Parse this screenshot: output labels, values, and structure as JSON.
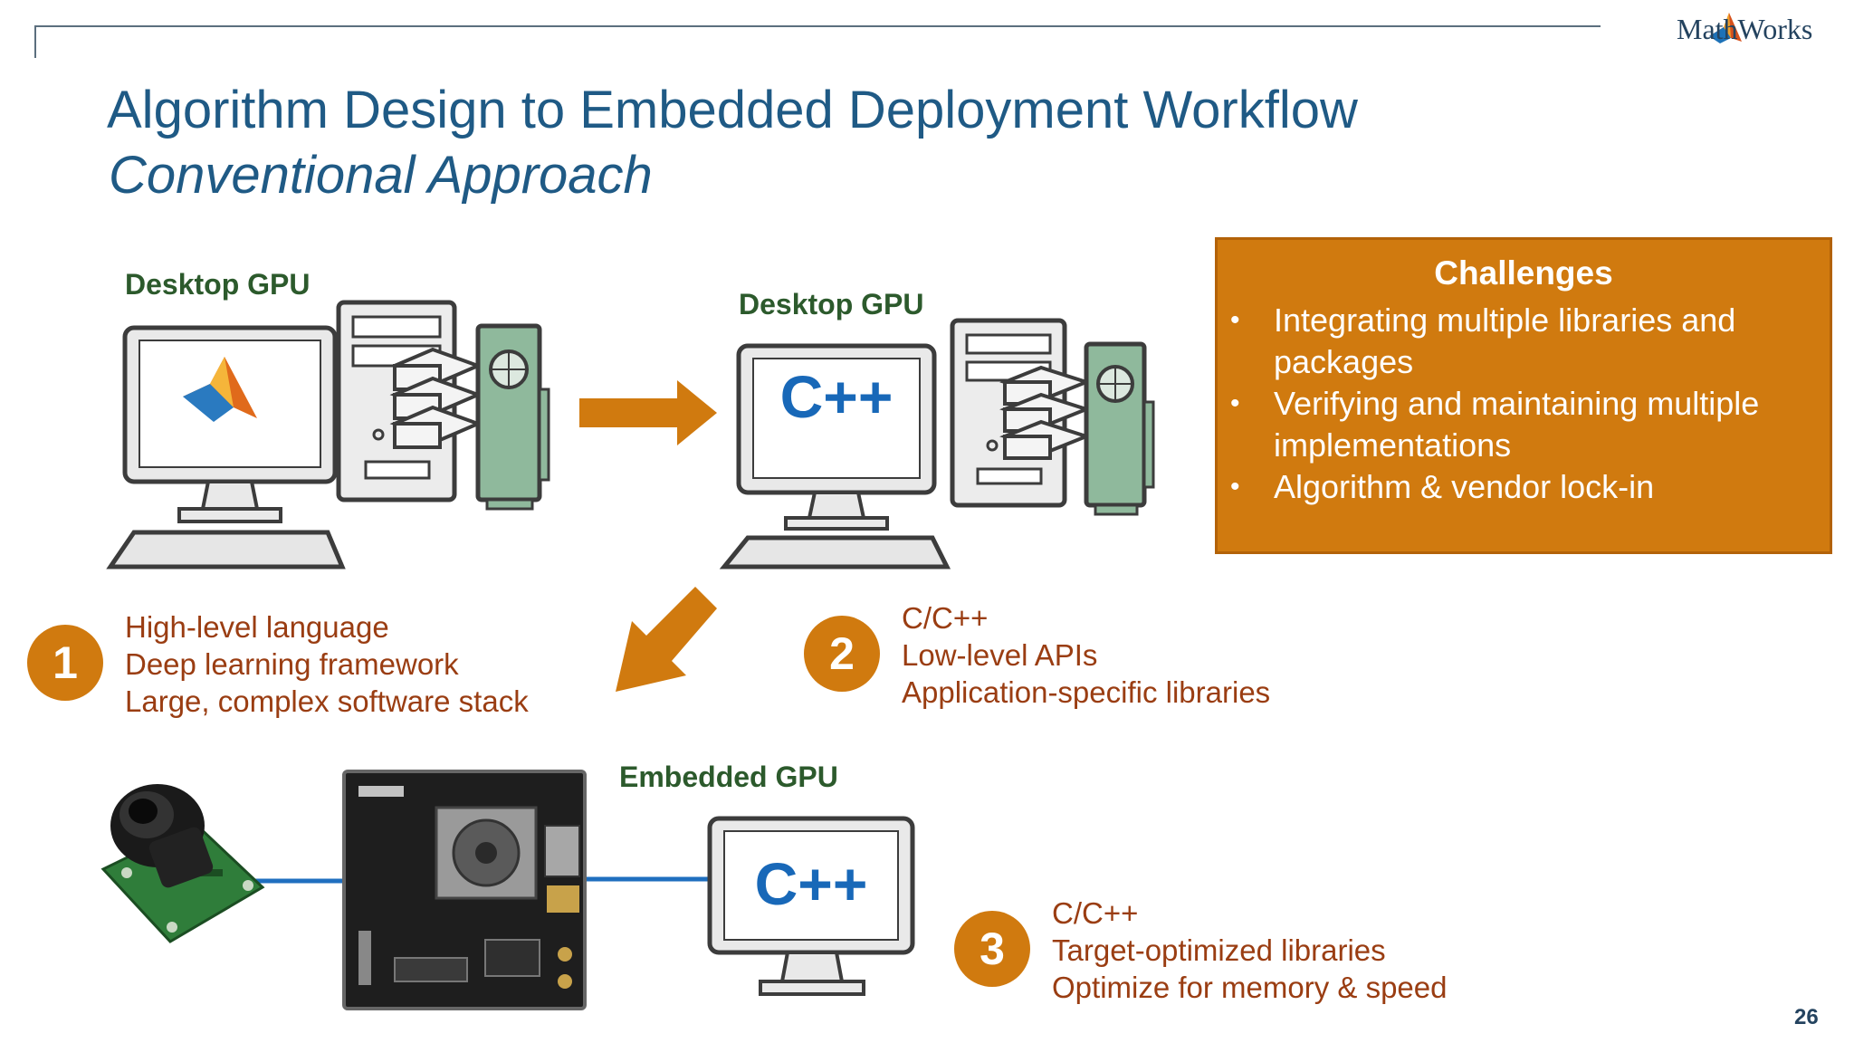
{
  "header": {
    "title": "Algorithm Design to Embedded Deployment Workflow",
    "subtitle": "Conventional Approach",
    "brand": "MathWorks"
  },
  "labels": {
    "desktop_gpu_1": "Desktop GPU",
    "desktop_gpu_2": "Desktop GPU",
    "embedded_gpu": "Embedded GPU",
    "cpp_screen_1": "C++",
    "cpp_screen_2": "C++"
  },
  "challenges": {
    "title": "Challenges",
    "items": [
      "Integrating multiple libraries and packages",
      "Verifying and maintaining multiple implementations",
      "Algorithm & vendor lock-in"
    ]
  },
  "steps": [
    {
      "number": "1",
      "lines": [
        "High-level language",
        "Deep learning framework",
        "Large, complex software stack"
      ]
    },
    {
      "number": "2",
      "lines": [
        "C/C++",
        "Low-level APIs",
        "Application-specific libraries"
      ]
    },
    {
      "number": "3",
      "lines": [
        "C/C++",
        "Target-optimized libraries",
        "Optimize for memory & speed"
      ]
    }
  ],
  "page_number": "26",
  "colors": {
    "accent_orange": "#d07a0f",
    "title_blue": "#1f5a85",
    "label_green": "#2c5a2c",
    "step_text": "#9a3d12",
    "cpp_blue": "#1868b8",
    "cable_blue": "#1f6fbf"
  }
}
